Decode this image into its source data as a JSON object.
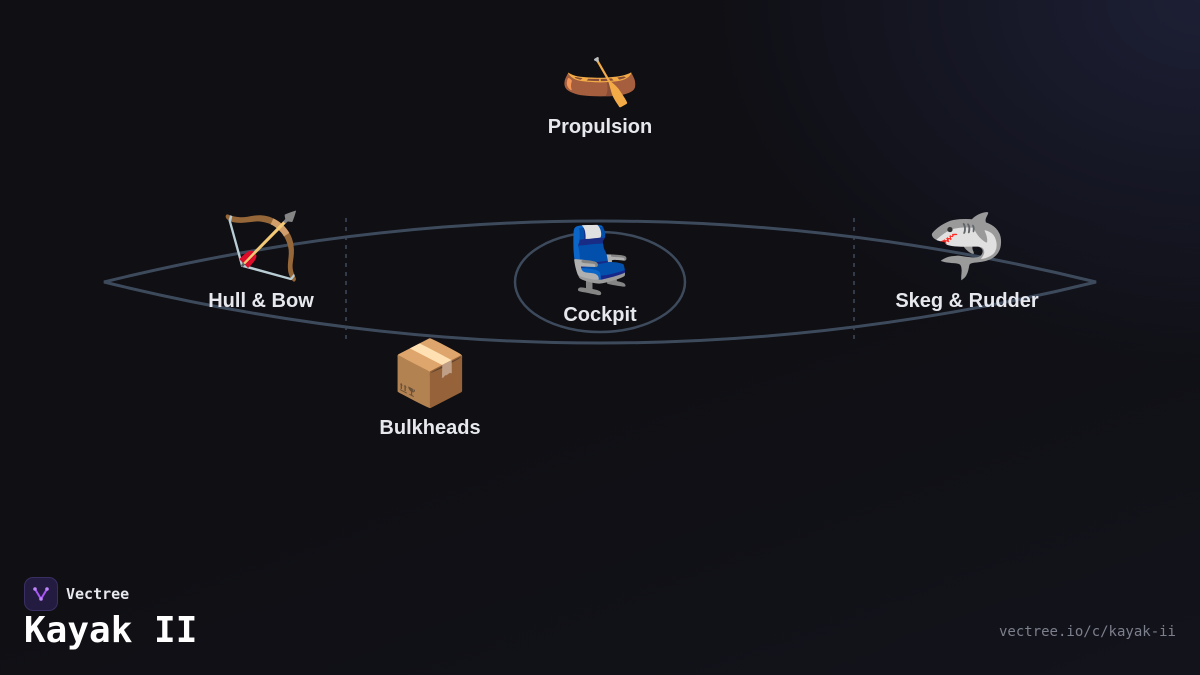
{
  "brand": {
    "name": "Vectree",
    "logo_icon": "vectree-logo-icon"
  },
  "title": "Kayak II",
  "url": "vectree.io/c/kayak-ii",
  "colors": {
    "background": "#0f0f14",
    "outline": "#3d4a5c",
    "label": "#e6e8ee",
    "logo_accent": "#a855f7"
  },
  "nodes": {
    "propulsion": {
      "label": "Propulsion",
      "icon": "canoe-icon",
      "emoji": "🛶"
    },
    "hull_bow": {
      "label": "Hull & Bow",
      "icon": "bow-and-arrow-icon",
      "emoji": "🏹"
    },
    "cockpit": {
      "label": "Cockpit",
      "icon": "seat-icon",
      "emoji": "💺"
    },
    "skeg_rudder": {
      "label": "Skeg & Rudder",
      "icon": "shark-icon",
      "emoji": "🦈"
    },
    "bulkheads": {
      "label": "Bulkheads",
      "icon": "package-icon",
      "emoji": "📦"
    }
  }
}
